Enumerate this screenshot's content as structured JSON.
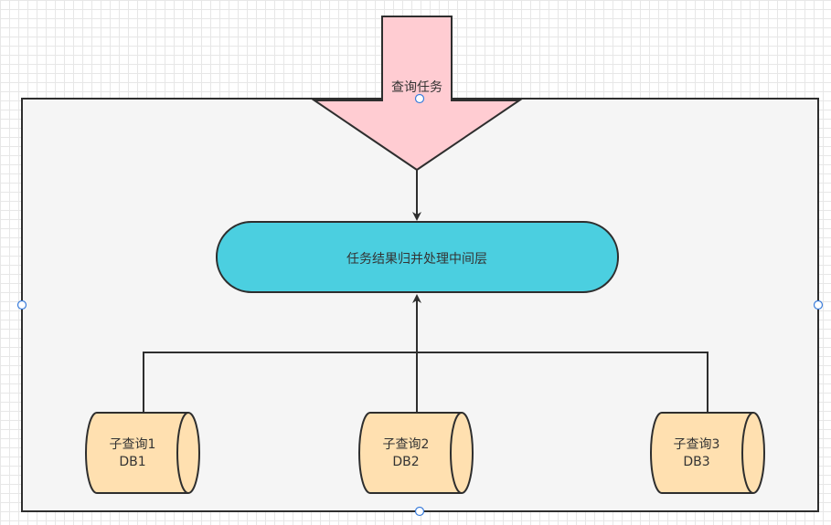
{
  "diagram": {
    "query_task_label": "查询任务",
    "middle_layer_label": "任务结果归并处理中间层",
    "databases": [
      {
        "sub_query": "子查询1",
        "db": "DB1"
      },
      {
        "sub_query": "子查询2",
        "db": "DB2"
      },
      {
        "sub_query": "子查询3",
        "db": "DB3"
      }
    ]
  },
  "colors": {
    "arrow_fill": "#ffccd2",
    "middle_layer_fill": "#4bcfe0",
    "database_fill": "#ffe0b0",
    "container_fill": "#f5f5f5",
    "stroke": "#2e2e2e",
    "handle_stroke": "#3b7ddb"
  }
}
